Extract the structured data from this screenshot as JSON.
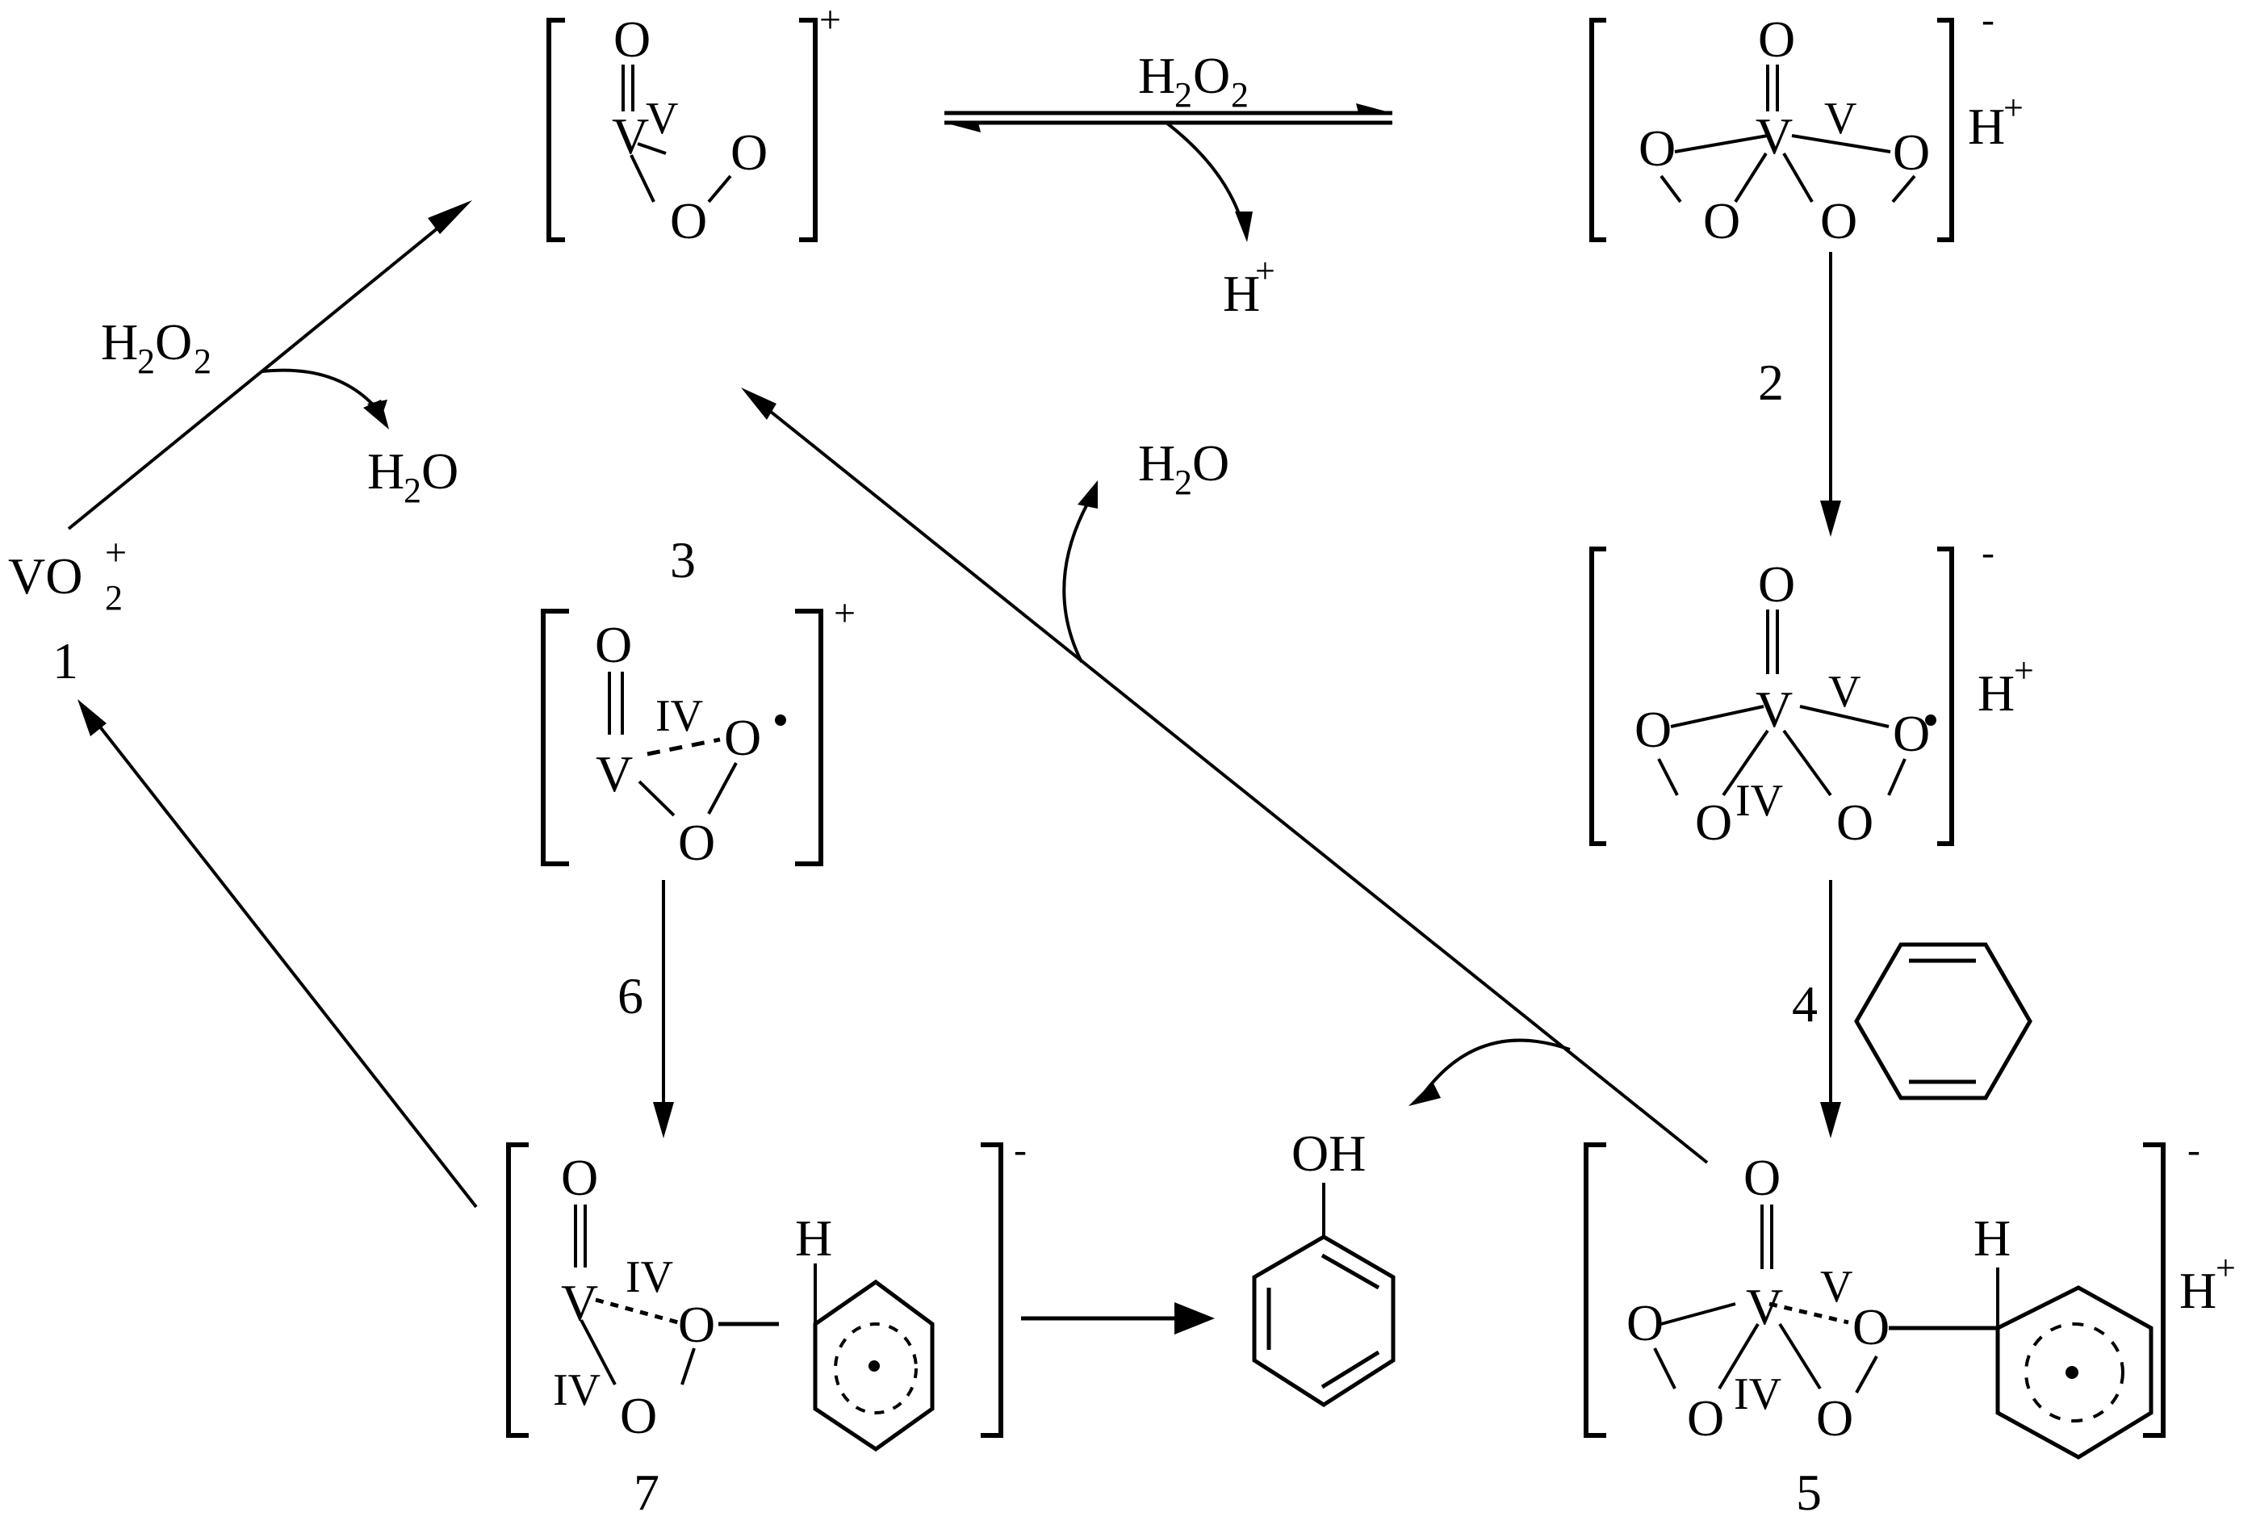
{
  "title": "Catalytic cycle of vanadium-catalysed benzene hydroxylation with H2O2",
  "species": {
    "s1": {
      "number": "1",
      "formula": "VO",
      "subscript": "2",
      "charge": "+"
    },
    "s2": {
      "number": "2",
      "charge": "-",
      "counter_ion": "H",
      "counter_charge": "+",
      "metal": "V",
      "oxidation_state": "V",
      "atoms": [
        "O",
        "O",
        "O",
        "O",
        "O"
      ]
    },
    "s3": {
      "number": "3",
      "charge": "+",
      "metal": "V",
      "oxidation_state": "V",
      "atoms": [
        "O",
        "O",
        "O"
      ]
    },
    "s4": {
      "number": "4",
      "charge": "-",
      "counter_ion": "H",
      "counter_charge": "+",
      "metal": "V",
      "oxidation_state_top": "V",
      "oxidation_state_bottom": "IV",
      "atoms": [
        "O",
        "O",
        "O",
        "O",
        "O"
      ]
    },
    "s6": {
      "number": "6",
      "charge": "+",
      "metal": "V",
      "oxidation_state": "IV",
      "atoms": [
        "O",
        "O",
        "O"
      ]
    },
    "s5": {
      "number": "5",
      "charge": "-",
      "counter_ion": "H",
      "counter_charge": "+",
      "metal": "V",
      "oxidation_state_top": "V",
      "oxidation_state_bottom": "IV",
      "ring_h": "H",
      "atoms": [
        "O",
        "O",
        "O",
        "O",
        "O"
      ]
    },
    "s7": {
      "number": "7",
      "charge": "-",
      "metal": "V",
      "oxidation_state_top": "IV",
      "oxidation_state_bottom": "IV",
      "ring_h": "H",
      "atoms": [
        "O",
        "O",
        "O"
      ]
    },
    "phenol": {
      "group": "OH"
    }
  },
  "reagents": {
    "h2o2_a": {
      "main": "H",
      "sub1": "2",
      "main2": "O",
      "sub2": "2"
    },
    "h2o_a": {
      "main": "H",
      "sub1": "2",
      "main2": "O"
    },
    "h2o2_b": {
      "main": "H",
      "sub1": "2",
      "main2": "O",
      "sub2": "2"
    },
    "hplus": {
      "main": "H",
      "sup": "+"
    },
    "h2o_b": {
      "main": "H",
      "sub1": "2",
      "main2": "O"
    }
  }
}
